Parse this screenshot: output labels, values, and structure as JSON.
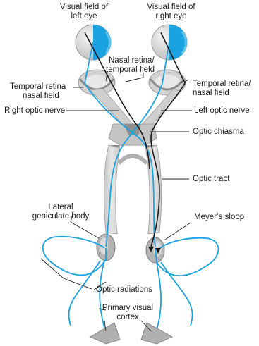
{
  "labels": {
    "visual_field_left": [
      "Visual field of",
      "left eye"
    ],
    "visual_field_right": [
      "Visual field of",
      "right eye"
    ],
    "nasal_retina": [
      "Nasal retina/",
      "temporal field"
    ],
    "temporal_retina_left": [
      "Temporal retina",
      "nasal field"
    ],
    "temporal_retina_right": [
      "Temporal retina/",
      "nasal field"
    ],
    "right_optic_nerve": "Right optic nerve",
    "left_optic_nerve": "Left optic nerve",
    "optic_chiasma": "Optic chiasma",
    "optic_tract": "Optic tract",
    "lateral_geniculate_body": [
      "Lateral",
      "geniculate body"
    ],
    "meyers_loop": "Meyer’s sloop",
    "optic_radiations": "Optic radiations",
    "primary_visual_cortex": [
      "Primary visual",
      "cortex"
    ]
  },
  "colors": {
    "pathway_blue": "#1aa3e0",
    "pathway_black": "#1a1a1a",
    "tissue_light": "#d9d9d9",
    "tissue_mid": "#b3b3b3",
    "tissue_dark": "#8a8a8a",
    "leader_line": "#222222"
  }
}
